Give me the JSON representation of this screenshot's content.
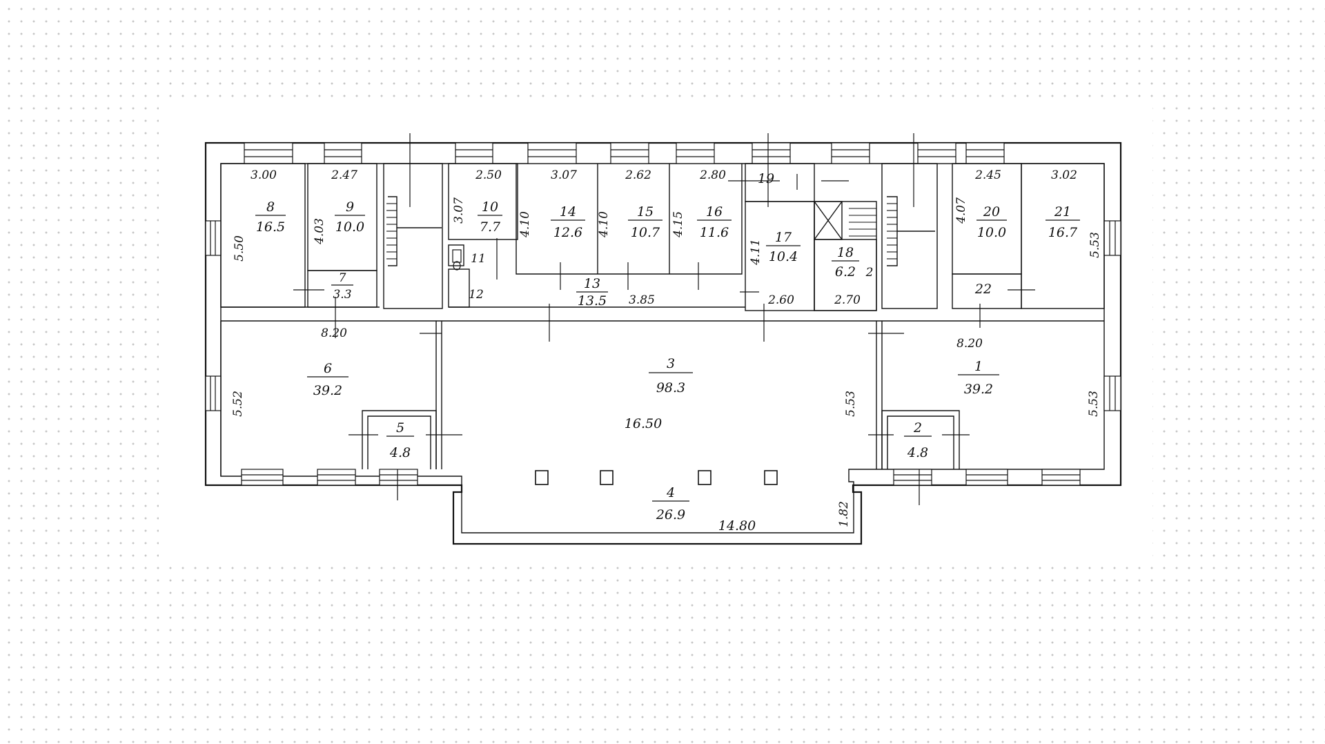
{
  "floor_plan": {
    "rooms": [
      {
        "id": "room-8",
        "number": "8",
        "area": "16.5"
      },
      {
        "id": "room-9",
        "number": "9",
        "area": "10.0"
      },
      {
        "id": "room-7",
        "number": "7",
        "area": "3.3"
      },
      {
        "id": "room-10",
        "number": "10",
        "area": "7.7"
      },
      {
        "id": "room-11",
        "number": "11",
        "area": ""
      },
      {
        "id": "room-12",
        "number": "12",
        "area": ""
      },
      {
        "id": "room-14",
        "number": "14",
        "area": "12.6"
      },
      {
        "id": "room-15",
        "number": "15",
        "area": "10.7"
      },
      {
        "id": "room-16",
        "number": "16",
        "area": "11.6"
      },
      {
        "id": "room-13",
        "number": "13",
        "area": "13.5"
      },
      {
        "id": "room-19",
        "number": "19",
        "area": ""
      },
      {
        "id": "room-17",
        "number": "17",
        "area": "10.4"
      },
      {
        "id": "room-18",
        "number": "18",
        "area": "6.2"
      },
      {
        "id": "room-20",
        "number": "20",
        "area": "10.0"
      },
      {
        "id": "room-21",
        "number": "21",
        "area": "16.7"
      },
      {
        "id": "room-22",
        "number": "22",
        "area": ""
      },
      {
        "id": "room-6",
        "number": "6",
        "area": "39.2"
      },
      {
        "id": "room-5",
        "number": "5",
        "area": "4.8"
      },
      {
        "id": "room-3",
        "number": "3",
        "area": "98.3"
      },
      {
        "id": "room-1",
        "number": "1",
        "area": "39.2"
      },
      {
        "id": "room-2",
        "number": "2",
        "area": "4.8"
      },
      {
        "id": "room-4",
        "number": "4",
        "area": "26.9"
      }
    ],
    "dimensions": [
      {
        "id": "dim-3-00",
        "text": "3.00"
      },
      {
        "id": "dim-2-47",
        "text": "2.47"
      },
      {
        "id": "dim-5-50",
        "text": "5.50"
      },
      {
        "id": "dim-4-03",
        "text": "4.03"
      },
      {
        "id": "dim-2-50",
        "text": "2.50"
      },
      {
        "id": "dim-3-07a",
        "text": "3.07"
      },
      {
        "id": "dim-3-07b",
        "text": "3.07"
      },
      {
        "id": "dim-2-62",
        "text": "2.62"
      },
      {
        "id": "dim-2-80",
        "text": "2.80"
      },
      {
        "id": "dim-4-10a",
        "text": "4.10"
      },
      {
        "id": "dim-4-10b",
        "text": "4.10"
      },
      {
        "id": "dim-4-15",
        "text": "4.15"
      },
      {
        "id": "dim-3-85",
        "text": "3.85"
      },
      {
        "id": "dim-4-11",
        "text": "4.11"
      },
      {
        "id": "dim-2-60",
        "text": "2.60"
      },
      {
        "id": "dim-2-70",
        "text": "2.70"
      },
      {
        "id": "dim-4-07",
        "text": "4.07"
      },
      {
        "id": "dim-2-45",
        "text": "2.45"
      },
      {
        "id": "dim-3-02",
        "text": "3.02"
      },
      {
        "id": "dim-5-53a",
        "text": "5.53"
      },
      {
        "id": "dim-8-20a",
        "text": "8.20"
      },
      {
        "id": "dim-8-20b",
        "text": "8.20"
      },
      {
        "id": "dim-5-52",
        "text": "5.52"
      },
      {
        "id": "dim-16-50",
        "text": "16.50"
      },
      {
        "id": "dim-5-53b",
        "text": "5.53"
      },
      {
        "id": "dim-5-53c",
        "text": "5.53"
      },
      {
        "id": "dim-1-82",
        "text": "1.82"
      },
      {
        "id": "dim-14-80",
        "text": "14.80"
      },
      {
        "id": "dim-2",
        "text": "2"
      }
    ]
  }
}
